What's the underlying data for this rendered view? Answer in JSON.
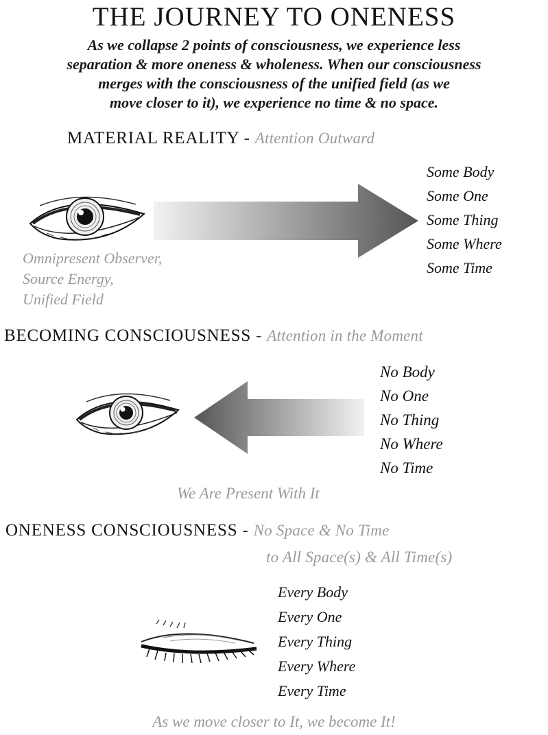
{
  "title": "THE JOURNEY TO ONENESS",
  "intro_lines": [
    "As we collapse 2 points of consciousness, we experience less",
    "separation & more oneness & wholeness. When our consciousness",
    "merges with the consciousness of the unified field (as we",
    "move closer to it), we experience no time & no space."
  ],
  "sections": [
    {
      "heading": "MATERIAL REALITY",
      "separator": "-",
      "subheading": "Attention Outward",
      "arrow_direction": "right",
      "eye_state": "open",
      "observer_lines": [
        "Omnipresent Observer,",
        "Source Energy,",
        "Unified Field"
      ],
      "items": [
        "Some Body",
        "Some One",
        "Some Thing",
        "Some Where",
        "Some Time"
      ]
    },
    {
      "heading": "BECOMING CONSCIOUSNESS",
      "separator": "-",
      "subheading": "Attention in the Moment",
      "arrow_direction": "left",
      "eye_state": "open",
      "items": [
        "No Body",
        "No One",
        "No Thing",
        "No Where",
        "No Time"
      ],
      "caption": "We Are Present With It"
    },
    {
      "heading": "ONENESS CONSCIOUSNESS",
      "separator": "-",
      "subheading_lines": [
        "No Space & No Time",
        "to All Space(s) & All Time(s)"
      ],
      "eye_state": "closed",
      "items": [
        "Every Body",
        "Every One",
        "Every Thing",
        "Every Where",
        "Every Time"
      ],
      "caption": "As we move closer to It, we become It!"
    }
  ],
  "colors": {
    "text": "#111111",
    "muted_text": "#9a9a9a",
    "arrow_light": "#f2f2f2",
    "arrow_dark": "#5a5a5a"
  }
}
